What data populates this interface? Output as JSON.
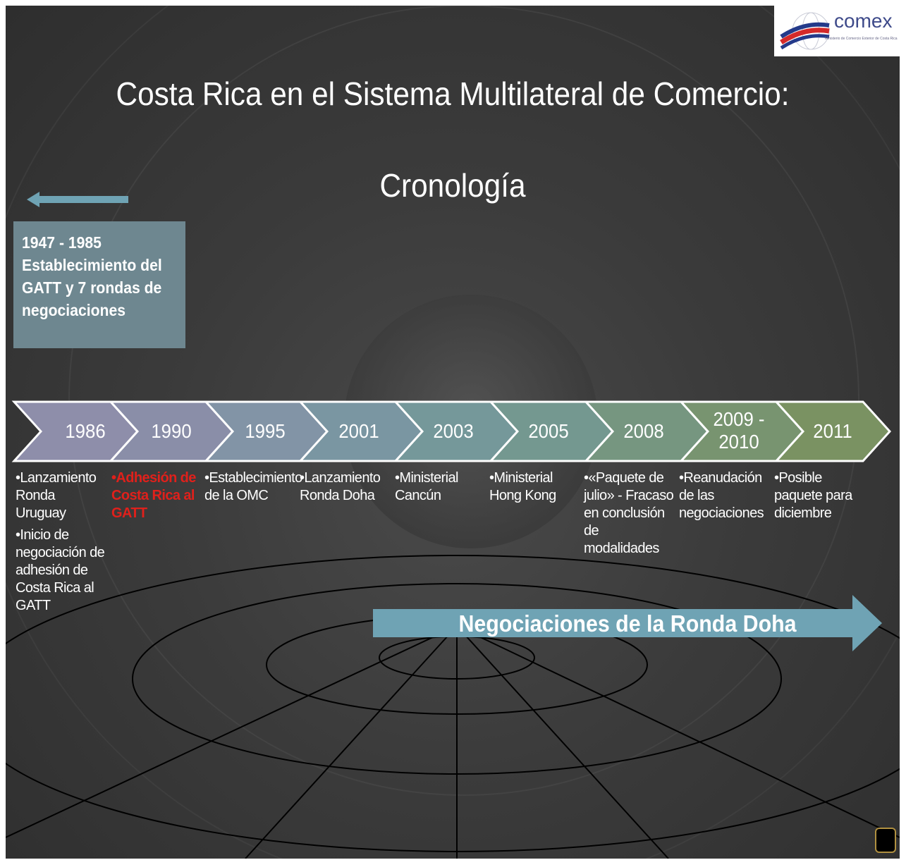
{
  "logo": {
    "name": "comex",
    "subtitle": "Ministerio de Comercio Exterior de Costa Rica"
  },
  "title": {
    "line1": "Costa Rica en el Sistema Multilateral de Comercio:",
    "line2": "Cronología"
  },
  "era_box": {
    "line1": "1947 - 1985",
    "line2": "Establecimiento del",
    "line3": "GATT y 7 rondas de",
    "line4": "negociaciones"
  },
  "milestones": [
    {
      "year": "1986",
      "lines": [
        "Lanzamiento Ronda Uruguay",
        "Inicio de negociación de adhesión de Costa Rica al GATT"
      ]
    },
    {
      "year": "1990",
      "lines": [
        "Adhesión de Costa Rica al GATT"
      ]
    },
    {
      "year": "1995",
      "lines": [
        "Establecimiento de la OMC"
      ]
    },
    {
      "year": "2001",
      "lines": [
        "Lanzamiento Ronda Doha"
      ]
    },
    {
      "year": "2003",
      "lines": [
        "Ministerial Cancún"
      ]
    },
    {
      "year": "2005",
      "lines": [
        "Ministerial Hong Kong"
      ]
    },
    {
      "year": "2008",
      "lines": [
        "«Paquete de julio» - Fracaso en conclusión de modalidades"
      ]
    },
    {
      "year_line1": "2009 -",
      "year_line2": "2010",
      "lines": [
        "Reanudación de las negociaciones"
      ]
    },
    {
      "year": "2011",
      "lines": [
        "Posible paquete para diciembre"
      ]
    }
  ],
  "doha_arrow": {
    "label": "Negociaciones de la Ronda Doha"
  },
  "colors": {
    "chevron_start": "#8e8eaa",
    "chevron_end": "#7a9262",
    "era_box": "#6e8790",
    "doha_arrow": "#6fa3b4",
    "highlight": "#e0201b"
  },
  "icons": {
    "back_arrow": "left-arrow-icon",
    "corner": "slide-nav-icon"
  }
}
